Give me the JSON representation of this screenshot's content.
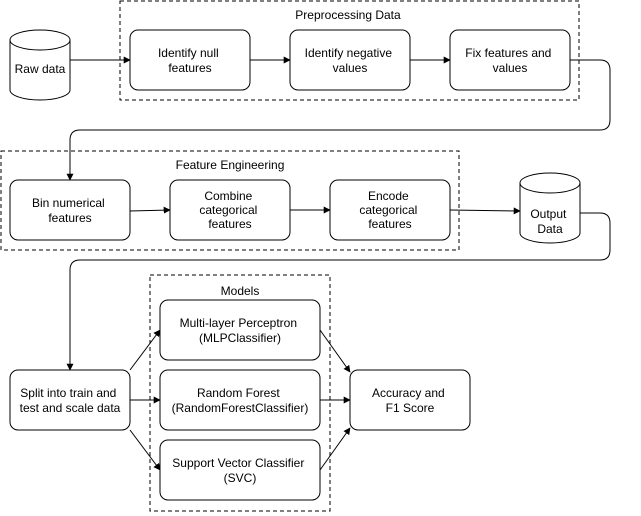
{
  "groups": {
    "preprocessing": "Preprocessing Data",
    "feature_engineering": "Feature Engineering",
    "models": "Models"
  },
  "nodes": {
    "raw_data": [
      "Raw data"
    ],
    "identify_null": [
      "Identify null",
      "features"
    ],
    "identify_negative": [
      "Identify negative",
      "values"
    ],
    "fix_features": [
      "Fix features and",
      "values"
    ],
    "bin_numerical": [
      "Bin numerical",
      "features"
    ],
    "combine_categorical": [
      "Combine",
      "categorical",
      "features"
    ],
    "encode_categorical": [
      "Encode",
      "categorical",
      "features"
    ],
    "output_data": [
      "Output",
      "Data"
    ],
    "split_train_test": [
      "Split into train and",
      "test and scale data"
    ],
    "mlp": [
      "Multi-layer Perceptron",
      "(MLPClassifier)"
    ],
    "random_forest": [
      "Random Forest",
      "(RandomForestClassifier)"
    ],
    "svc": [
      "Support Vector Classifier",
      "(SVC)"
    ],
    "accuracy_f1": [
      "Accuracy and",
      "F1 Score"
    ]
  }
}
